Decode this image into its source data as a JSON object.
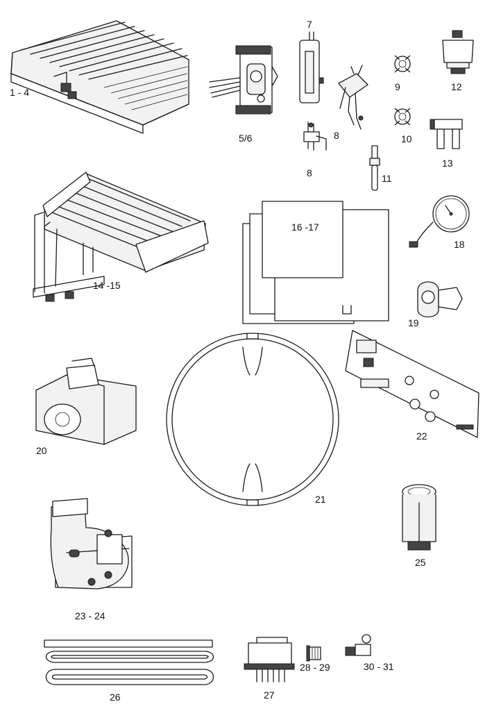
{
  "parts": [
    {
      "id": "p1-4",
      "label": "1 - 4"
    },
    {
      "id": "p5-6",
      "label": "5/6"
    },
    {
      "id": "p7",
      "label": "7"
    },
    {
      "id": "p8a",
      "label": "8"
    },
    {
      "id": "p8b",
      "label": "8"
    },
    {
      "id": "p9",
      "label": "9"
    },
    {
      "id": "p10",
      "label": "10"
    },
    {
      "id": "p11",
      "label": "11"
    },
    {
      "id": "p12",
      "label": "12"
    },
    {
      "id": "p13",
      "label": "13"
    },
    {
      "id": "p14-15",
      "label": "14 -15"
    },
    {
      "id": "p16-17",
      "label": "16 -17"
    },
    {
      "id": "p18",
      "label": "18"
    },
    {
      "id": "p19",
      "label": "19"
    },
    {
      "id": "p20",
      "label": "20"
    },
    {
      "id": "p21",
      "label": "21"
    },
    {
      "id": "p22",
      "label": "22"
    },
    {
      "id": "p23-24",
      "label": "23 - 24"
    },
    {
      "id": "p25",
      "label": "25"
    },
    {
      "id": "p26",
      "label": "26"
    },
    {
      "id": "p27",
      "label": "27"
    },
    {
      "id": "p28-29",
      "label": "28 - 29"
    },
    {
      "id": "p30-31",
      "label": "30 - 31"
    }
  ]
}
